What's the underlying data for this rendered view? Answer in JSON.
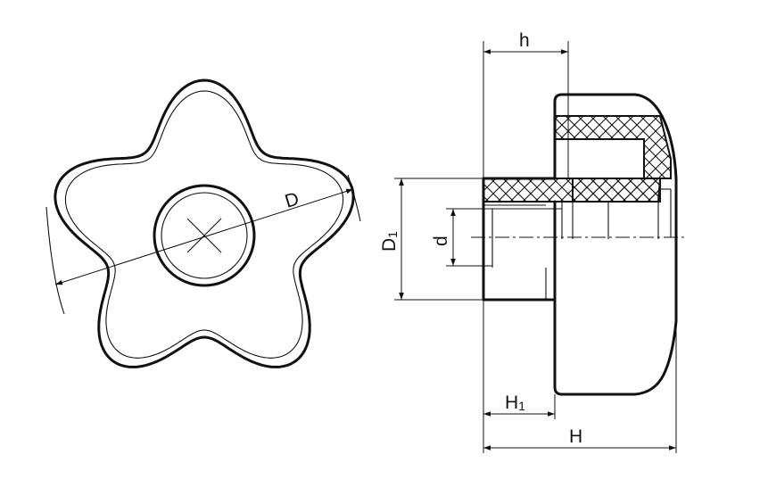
{
  "labels": {
    "D": "D",
    "D1_main": "D",
    "D1_sub": "1",
    "d": "d",
    "h": "h",
    "H1_main": "H",
    "H1_sub": "1",
    "H": "H"
  },
  "colors": {
    "line": "#111111",
    "background": "#ffffff"
  }
}
